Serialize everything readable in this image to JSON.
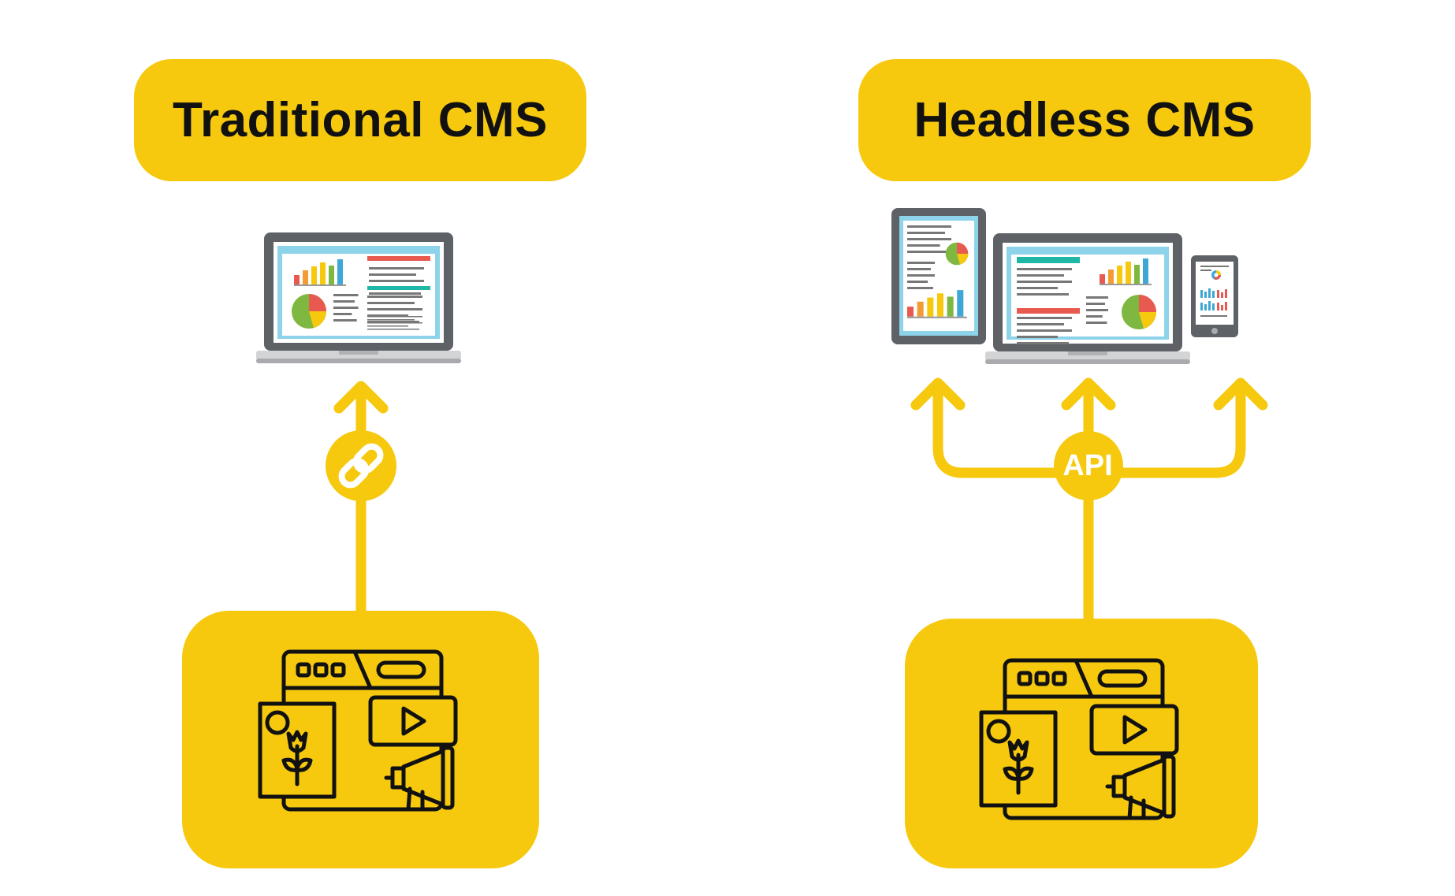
{
  "traditional": {
    "title": "Traditional CMS",
    "connector": "link-icon"
  },
  "headless": {
    "title": "Headless CMS",
    "connector_label": "API",
    "outputs": [
      "tablet-icon",
      "laptop-icon",
      "phone-icon"
    ]
  },
  "colors": {
    "accent": "#F6C90E",
    "ink": "#111111",
    "background": "#FFFFFF"
  }
}
